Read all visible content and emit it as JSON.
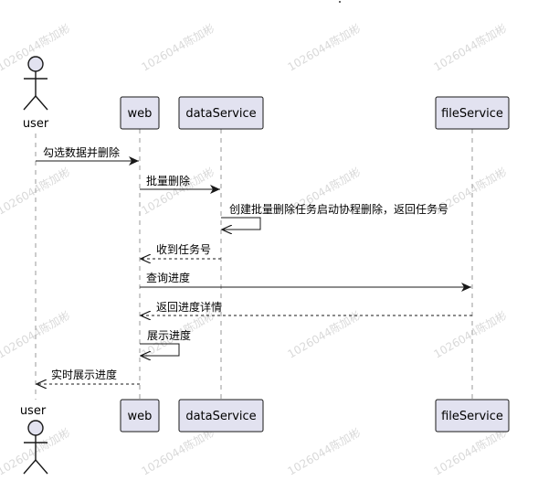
{
  "diagram": {
    "type": "sequence",
    "watermark": "1026044陈加彬",
    "colors": {
      "participant_fill": "#E2E2F0",
      "participant_stroke": "#181818",
      "lifeline": "#999999",
      "message": "#181818",
      "watermark": "#d9d9d9"
    },
    "participants": [
      {
        "id": "user",
        "label": "user",
        "kind": "actor"
      },
      {
        "id": "web",
        "label": "web",
        "kind": "participant"
      },
      {
        "id": "dataService",
        "label": "dataService",
        "kind": "participant"
      },
      {
        "id": "fileService",
        "label": "fileService",
        "kind": "participant"
      }
    ],
    "messages": [
      {
        "from": "user",
        "to": "web",
        "label": "勾选数据并删除",
        "style": "solid"
      },
      {
        "from": "web",
        "to": "dataService",
        "label": "批量删除",
        "style": "solid"
      },
      {
        "from": "dataService",
        "to": "dataService",
        "label": "创建批量删除任务启动协程删除，返回任务号",
        "style": "solid"
      },
      {
        "from": "dataService",
        "to": "web",
        "label": "收到任务号",
        "style": "dashed"
      },
      {
        "from": "web",
        "to": "fileService",
        "label": "查询进度",
        "style": "solid"
      },
      {
        "from": "fileService",
        "to": "web",
        "label": "返回进度详情",
        "style": "dashed"
      },
      {
        "from": "web",
        "to": "web",
        "label": "展示进度",
        "style": "solid"
      },
      {
        "from": "web",
        "to": "user",
        "label": "实时展示进度",
        "style": "dashed"
      }
    ]
  }
}
